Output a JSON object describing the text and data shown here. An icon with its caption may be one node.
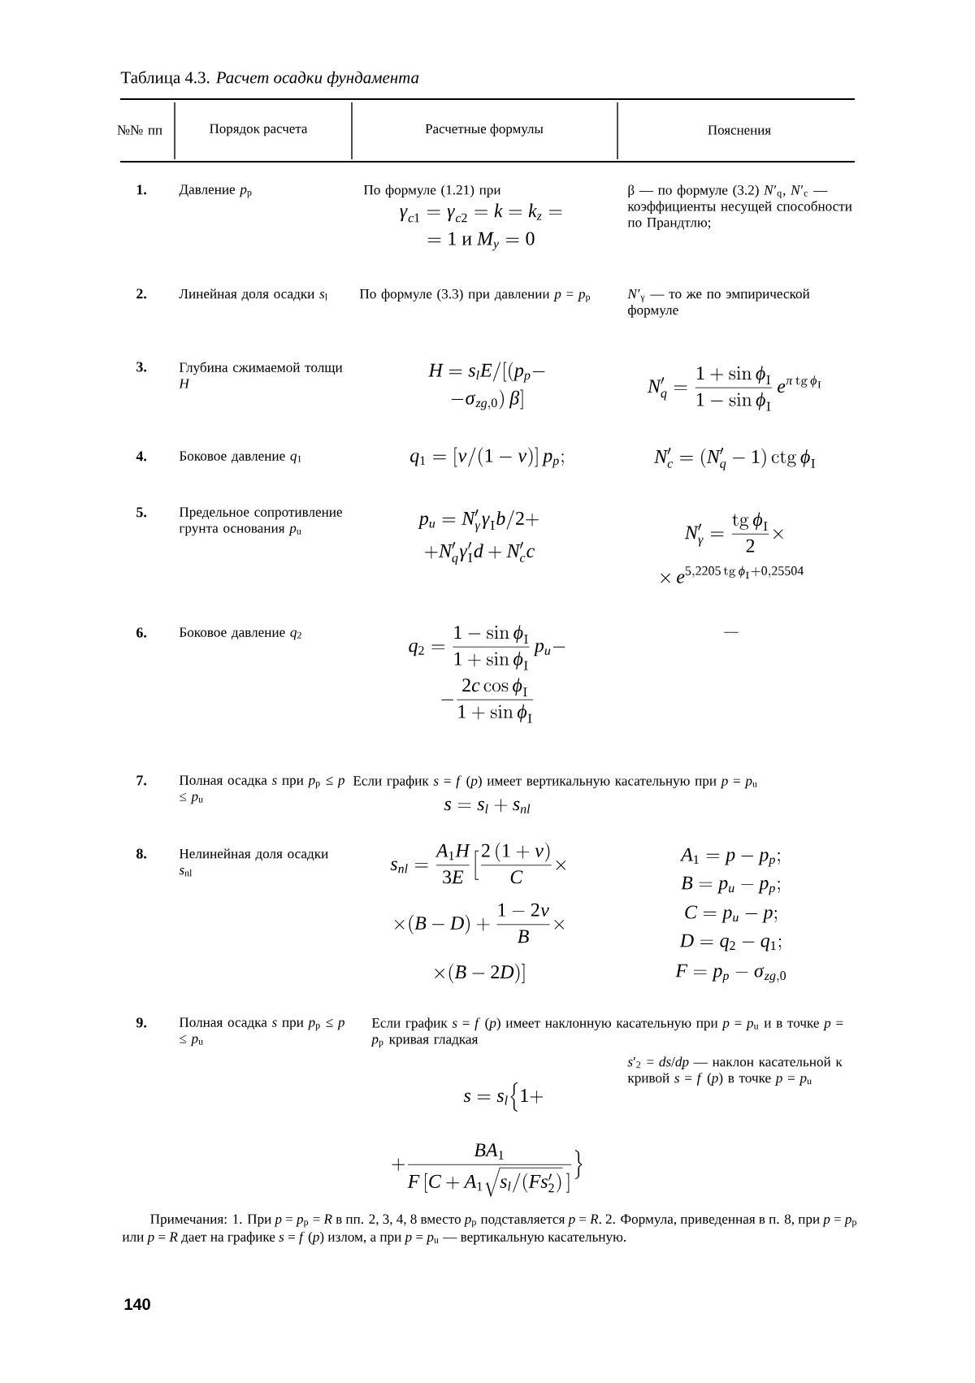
{
  "diagram": {
    "title": "Таблица 4.3. *Расчет осадки фундамента*",
    "labels": [
      "№№ пп",
      "Порядок расчета",
      "Расчетные формулы",
      "Пояснения",
      "1.",
      "Давление *p*$_{p}$",
      "По формуле (1.21) при",
      "\\gamma_{c1}=\\gamma_{c2}=k=k_z=",
      "=1\\ \\mbox{и}\\ M_y=0",
      "β — по формуле (3.2) *N*′$_{q}$, *N*′$_{c}$ — коэффициенты несущей способности по Прандтлю;",
      "2.",
      "Линейная доля осадки *s*$_{l}$",
      "По формуле (3.3) при давлении *p* = *p*$_{p}$",
      "*N*′$_{γ}$ — то же по эмпирической формуле",
      "3.",
      "Глубина сжимаемой толщи *H*",
      "H=s_lE/[(p_p-",
      "-\\sigma_{zg,0})\\,\\beta]",
      "N'_q=\\frac{1+\\sin\\varphi_{\\rm I}}{1-\\sin\\varphi_{\\rm I}}\\,e^{\\pi\\,\\mathrm{tg}\\,\\varphi_{\\rm I}}",
      "4.",
      "Боковое давление *q*$_{1}$",
      "q_1=[\\nu/(1-\\nu)]\\,p_p;",
      "N'_c=(N'_q-1)\\,\\mathrm{ctg}\\,\\varphi_{\\rm I}",
      "5.",
      "Предельное сопротивление грунта основания *p*$_{u}$",
      "p_u=N'_\\gamma\\gamma_{\\rm I}b/2+",
      "+N'_q\\gamma'_{\\rm I}d+N'_cc",
      "N'_\\gamma=\\frac{\\mathrm{tg}\\,\\varphi_{\\rm I}}{2}\\times",
      "\\times\\, e^{5{,}2205\\,\\mathrm{tg}\\,\\varphi_{\\rm I}+0{,}25504}",
      "6.",
      "Боковое давление *q*$_{2}$",
      "q_2=\\frac{1-\\sin\\varphi_{\\rm I}}{1+\\sin\\varphi_{\\rm I}}\\,p_u-",
      "-\\frac{2c\\cos\\varphi_{\\rm I}}{1+\\sin\\varphi_{\\rm I}}",
      "—",
      "7.",
      "Полная осадка *s* при *p*$_{p}$ ≤ *p* ≤ *p*$_{u}$",
      "Если график *s* = *f* (*p*) имеет вертикальную касательную при *p* = *p*$_{u}$",
      "s=s_l+s_{nl}",
      "8.",
      "Нелинейная доля осадки *s*$_{nl}$",
      "s_{nl}=\\frac{A_1H}{3E}\\Bigl[\\frac{2\\,(1+\\nu)}{C}\\times",
      "\\times(B-D)+\\frac{1-2\\nu}{B}\\times",
      "\\times(B-2D)]",
      "A_1=p-p_p;",
      "B=p_u-p_p;",
      "C=p_u-p;",
      "D=q_2-q_1;",
      "F=p_p-\\sigma_{zg,0}",
      "9.",
      "Полная осадка *s* при *p*$_{p}$ ≤ *p* ≤ *p*$_{u}$",
      "Если график *s* = *f* (*p*) имеет наклонную касательную при *p* = *p*$_{u}$ и в точке *p* = *p*$_{p}$ кривая гладкая",
      "s=s_l\\Bigl\\{1+",
      "*s*′$_{2}$ = *ds*/*dp* — наклон касательной к кривой *s* = *f* (*p*) в точке *p* = *p*$_{u}$",
      "+\\frac{BA_1}{F\\,[C+A_1\\sqrt{s_l/(Fs'_2)}\\,]}\\Bigr\\}",
      "Примечания: 1. При *p* = *p*$_{p}$ = *R* в пп. 2, 3, 4, 8 вместо *p*$_{p}$ подставляется *p* = *R*. 2. Формула, приведенная в п. 8, при *p* = *p*$_{p}$ или *p* = *R* дает на графике *s* = *f* (*p*) излом, а при *p* = *p*$_{u}$ — вертикальную касательную.",
      "140"
    ]
  }
}
